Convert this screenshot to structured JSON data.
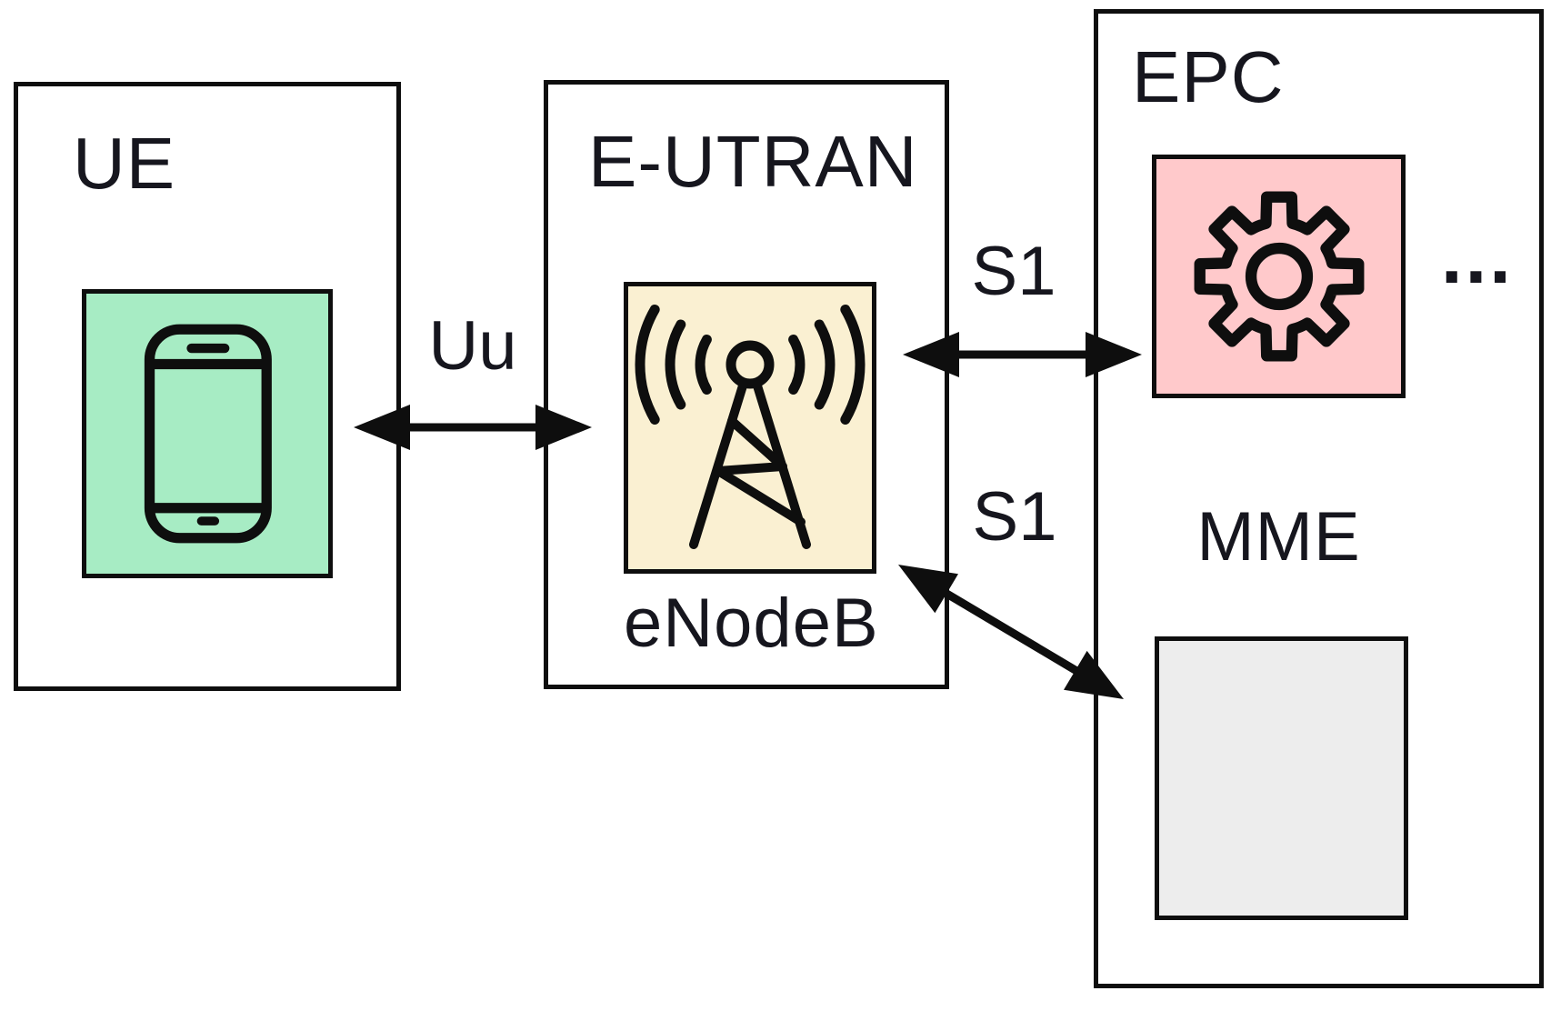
{
  "nodes": {
    "ue": {
      "label": "UE"
    },
    "eutran": {
      "label": "E-UTRAN",
      "device_caption": "eNodeB"
    },
    "epc": {
      "label": "EPC",
      "mme_caption": "MME",
      "more_indicator": "..."
    }
  },
  "links": {
    "uu": {
      "label": "Uu"
    },
    "s1_upper": {
      "label": "S1"
    },
    "s1_lower": {
      "label": "S1"
    }
  },
  "colors": {
    "ue_device_fill": "#a7ecc4",
    "enodeb_fill": "#faf0d2",
    "mme_fill": "#ffc9cb",
    "unnamed_node_fill": "#ededed",
    "outline": "#0e0e0e",
    "text": "#16161e",
    "background": "#ffffff"
  }
}
